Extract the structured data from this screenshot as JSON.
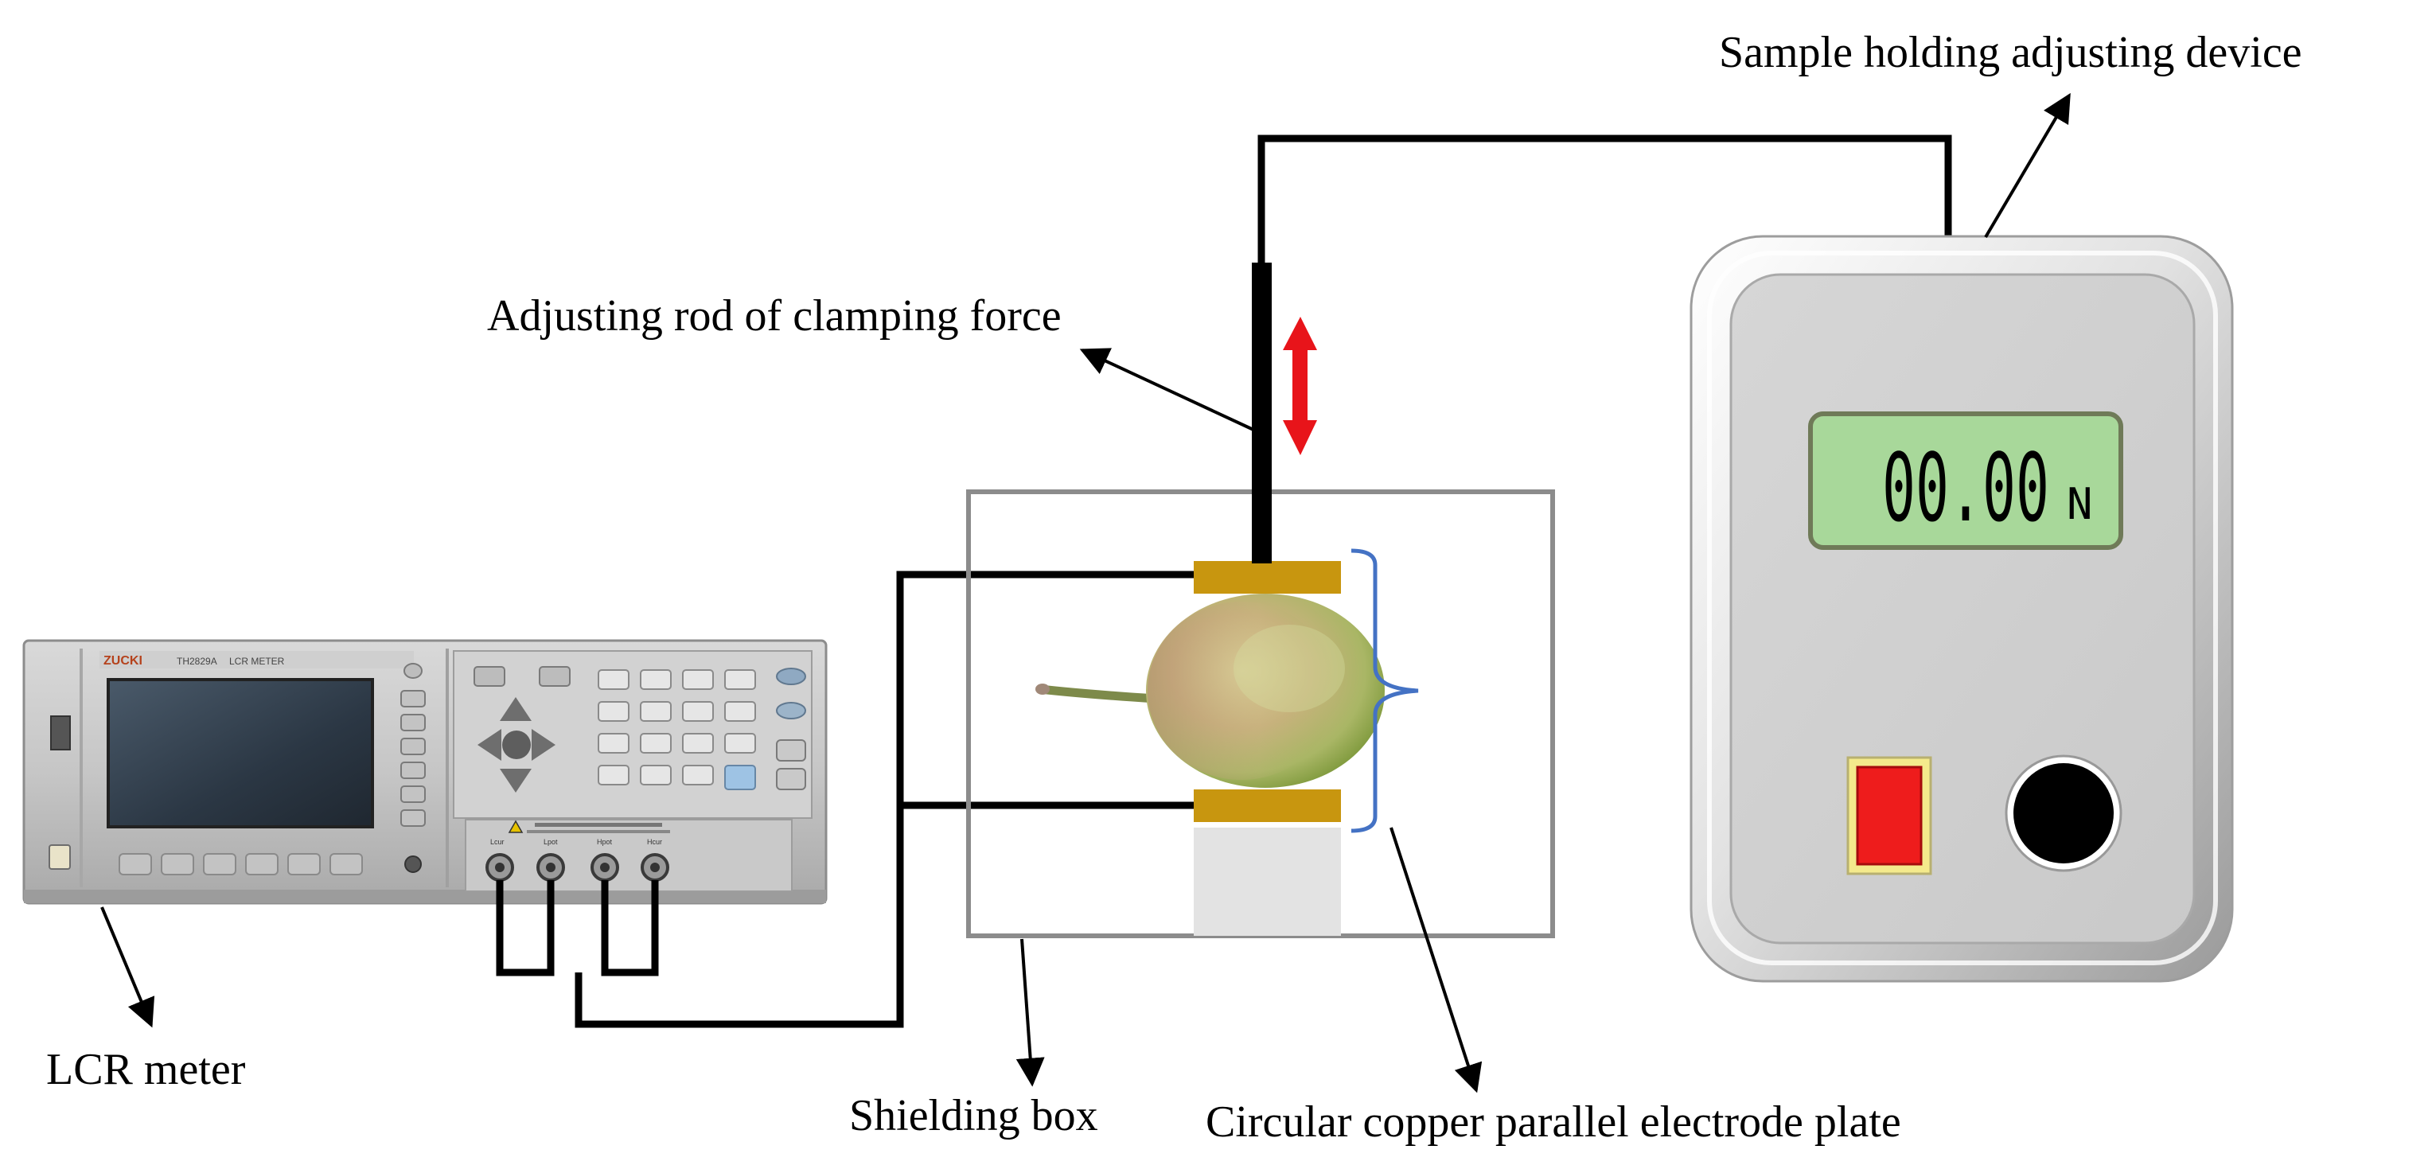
{
  "labels": {
    "sample_holding_device": "Sample holding adjusting device",
    "adjusting_rod": "Adjusting rod of clamping force",
    "lcr_meter": "LCR meter",
    "shielding_box": "Shielding box",
    "electrode_plate": "Circular copper parallel electrode plate"
  },
  "device_display": {
    "value": "00.00",
    "unit": "N"
  },
  "lcr_panel": {
    "brand": "ZUCKI",
    "model": "TH2829A",
    "name": "LCR METER",
    "connector_labels": [
      "Lcur",
      "Lpot",
      "Hpot",
      "Hcur"
    ]
  },
  "colors": {
    "copper": "#c8960f",
    "arrow_red": "#e8141a",
    "bracket_blue": "#4472c4",
    "lcd_green": "#a8d89a",
    "switch_red": "#ee1c1c"
  }
}
